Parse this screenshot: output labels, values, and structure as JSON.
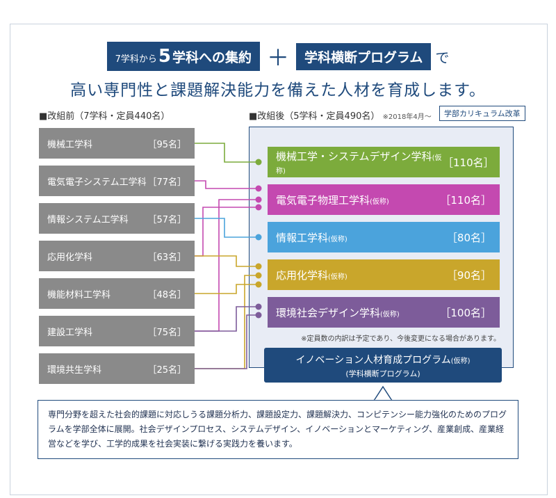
{
  "headline": {
    "from_prefix": "7学科から",
    "big_number": "5",
    "from_suffix": "学科への集約",
    "plus": "＋",
    "program": "学科横断プログラム",
    "de": "で"
  },
  "subheadline": "高い専門性と課題解決能力を備えた人材を育成します。",
  "before": {
    "label": "■改組前（7学科・定員440名）",
    "departments": [
      {
        "name": "機械工学科",
        "capacity": "［95名］"
      },
      {
        "name": "電気電子システム工学科",
        "capacity": "［77名］"
      },
      {
        "name": "情報システム工学科",
        "capacity": "［57名］"
      },
      {
        "name": "応用化学科",
        "capacity": "［63名］"
      },
      {
        "name": "機能材料工学科",
        "capacity": "［48名］"
      },
      {
        "name": "建設工学科",
        "capacity": "［75名］"
      },
      {
        "name": "環境共生学科",
        "capacity": "［25名］"
      }
    ]
  },
  "after": {
    "label": "■改組後（5学科・定員490名）",
    "date_note": "※2018年4月〜",
    "badge": "学部カリキュラム改革",
    "departments": [
      {
        "name": "機械工学・システムデザイン学科",
        "kasho": "(仮称)",
        "capacity": "［110名］",
        "color": "#7cab3c"
      },
      {
        "name": "電気電子物理工学科",
        "kasho": "(仮称)",
        "capacity": "［110名］",
        "color": "#c449b0"
      },
      {
        "name": "情報工学科",
        "kasho": "(仮称)",
        "capacity": "［80名］",
        "color": "#4ba3dc"
      },
      {
        "name": "応用化学科",
        "kasho": "(仮称)",
        "capacity": "［90名］",
        "color": "#c9a62b"
      },
      {
        "name": "環境社会デザイン学科",
        "kasho": "(仮称)",
        "capacity": "［100名］",
        "color": "#7d5c9a"
      }
    ],
    "capacity_note": "※定員数の内訳は予定であり、今後変更になる場合があります。"
  },
  "program": {
    "title": "イノベーション人材育成プログラム",
    "kasho": "(仮称)",
    "subtitle": "(学科横断プログラム)"
  },
  "callout": "専門分野を超えた社会的課題に対応しうる課題分析力、課題設定力、課題解決力、コンピテンシー能力強化のためのプログラムを学部全体に展開。社会デザインプロセス、システムデザイン、イノベーションとマーケティング、産業創成、産業経営などを学び、工学的成果を社会実装に繋げる実践力を養います。",
  "colors": {
    "navy": "#1f4a7c",
    "old_box": "#8a8a8a"
  }
}
